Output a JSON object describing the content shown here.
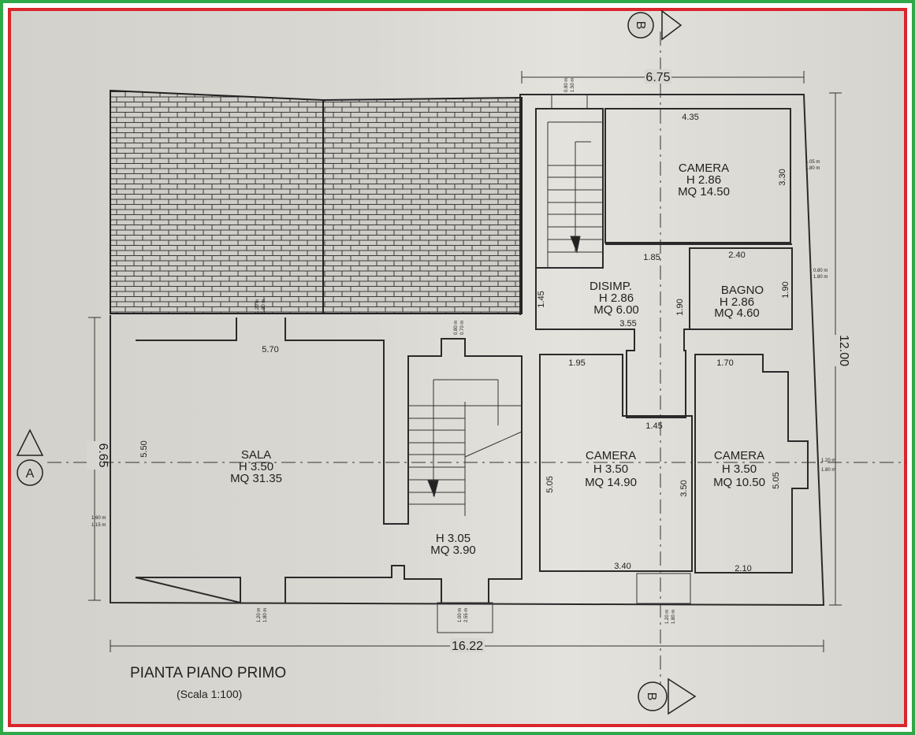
{
  "title": "PIANTA PIANO PRIMO",
  "scale": "(Scala 1:100)",
  "section_markers": {
    "a_left": "A",
    "b_top": "B",
    "b_bottom": "B"
  },
  "overall_dimensions": {
    "top": "6.75",
    "right": "12.00",
    "bottom": "16.22",
    "left": "6.65"
  },
  "rooms": [
    {
      "name": "CAMERA",
      "h": "H 2.86",
      "mq": "MQ 14.50",
      "w": "4.35",
      "d": "3.30"
    },
    {
      "name": "DISIMP.",
      "h": "H 2.86",
      "mq": "MQ 6.00",
      "w": "1.85",
      "w2": "3.55",
      "d": "1.45"
    },
    {
      "name": "BAGNO",
      "h": "H 2.86",
      "mq": "MQ 4.60",
      "w": "2.40",
      "d": "1.90",
      "d2": "1.90"
    },
    {
      "name": "SALA",
      "h": "H 3.50",
      "mq": "MQ 31.35",
      "w": "5.70",
      "d": "5.50"
    },
    {
      "name": "",
      "h": "H 3.05",
      "mq": "MQ 3.90"
    },
    {
      "name": "CAMERA",
      "h": "H 3.50",
      "mq": "MQ 14.90",
      "w": "1.95",
      "w2": "3.40",
      "d": "5.05",
      "corridor": "1.45"
    },
    {
      "name": "CAMERA",
      "h": "H 3.50",
      "mq": "MQ 10.50",
      "w": "1.70",
      "w2": "2.10",
      "d": "5.05",
      "d2": "3.50"
    }
  ],
  "windows": [
    {
      "a": "0.80 m",
      "b": "1.50 m"
    },
    {
      "a": "1.05 m",
      "b": "1.80 m"
    },
    {
      "a": "0.80 m",
      "b": "1.80 m"
    },
    {
      "a": "1.20 m",
      "b": "1.80 m"
    },
    {
      "a": "0.80 m",
      "b": "0.70 m"
    },
    {
      "a": "1.60 m",
      "b": "1.15 m"
    },
    {
      "a": "1.20 m",
      "b": "1.80 m"
    },
    {
      "a": "1.00 m",
      "b": "2.55 m"
    },
    {
      "a": "1.20 m",
      "b": "1.80 m"
    },
    {
      "a": "1.20 m",
      "b": "1.80 m"
    }
  ]
}
